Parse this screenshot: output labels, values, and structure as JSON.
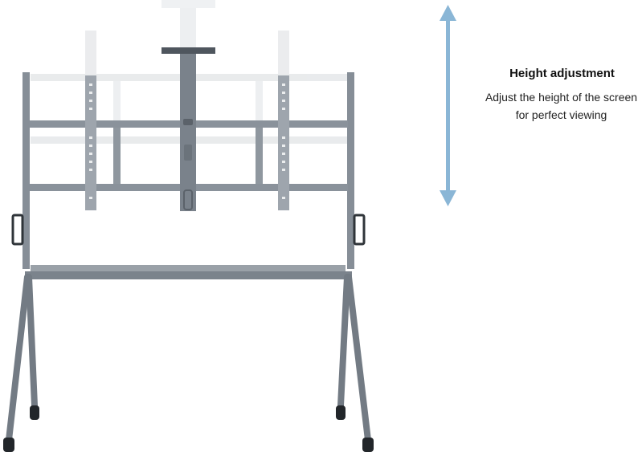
{
  "feature": {
    "title": "Height adjustment",
    "description": "Adjust the height of the screen for perfect viewing"
  },
  "colors": {
    "frame": "#7e8690",
    "frame_dark": "#4f565e",
    "ghost": "#e6e8ea",
    "arrow": "#8ab6d6",
    "text": "#111111"
  },
  "icons": {
    "arrow": "double-vertical-arrow",
    "product": "tv-stand"
  }
}
